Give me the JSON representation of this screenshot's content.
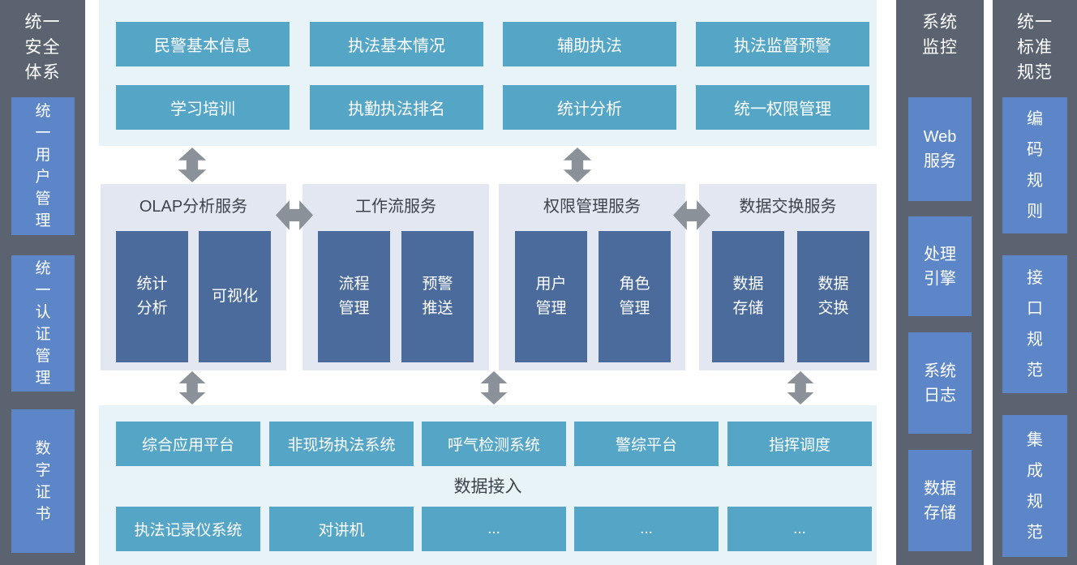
{
  "colors": {
    "side_column_bg": "#5b6270",
    "side_item_blue": "#5c86c8",
    "teal_box": "#55a5c6",
    "steel_box": "#4a6b9c",
    "section_bg": "#e8f3f7",
    "panel_bg": "#e3e7f1",
    "arrow_gray": "#8a9199",
    "heading_text": "#3e434b"
  },
  "left_sidebar": {
    "title": "统一\n安全\n体系",
    "items": [
      "统一用户管理",
      "统一认证管理",
      "数字证书"
    ]
  },
  "top_section": {
    "row1": [
      "民警基本信息",
      "执法基本情况",
      "辅助执法",
      "执法监督预警"
    ],
    "row2": [
      "学习培训",
      "执勤执法排名",
      "统计分析",
      "统一权限管理"
    ]
  },
  "services": [
    {
      "title": "OLAP分析服务",
      "boxes": [
        "统计\n分析",
        "可视化"
      ]
    },
    {
      "title": "工作流服务",
      "boxes": [
        "流程\n管理",
        "预警\n推送"
      ]
    },
    {
      "title": "权限管理服务",
      "boxes": [
        "用户\n管理",
        "角色\n管理"
      ]
    },
    {
      "title": "数据交换服务",
      "boxes": [
        "数据\n存储",
        "数据\n交换"
      ]
    }
  ],
  "bottom_section": {
    "row1": [
      "综合应用平台",
      "非现场执法系统",
      "呼气检测系统",
      "警综平台",
      "指挥调度"
    ],
    "label": "数据接入",
    "row2": [
      "执法记录仪系统",
      "对讲机",
      "...",
      "...",
      "..."
    ]
  },
  "monitor_column": {
    "title": "系统\n监控",
    "items": [
      "Web服务",
      "处理引擎",
      "系统日志",
      "数据存储"
    ]
  },
  "standard_column": {
    "title": "统一\n标准\n规范",
    "items": [
      "编码规则",
      "接口规范",
      "集成规范"
    ]
  }
}
